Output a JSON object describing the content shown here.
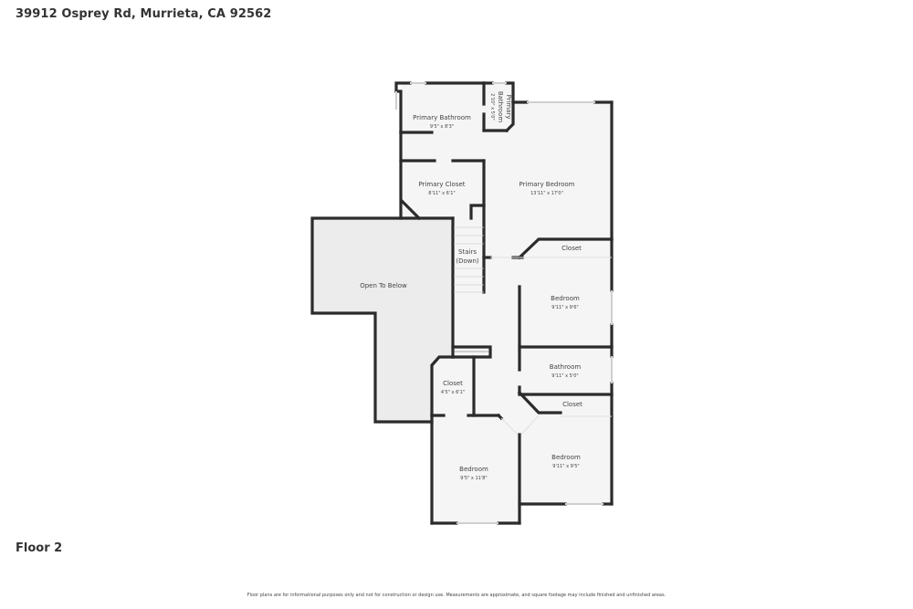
{
  "header": {
    "address": "39912 Osprey Rd, Murrieta, CA 92562"
  },
  "floor": {
    "label": "Floor 2"
  },
  "disclaimer": "Floor plans are for informational purposes only and not for construction or design use. Measurements are approximate, and square footage may include finished and unfinished areas.",
  "colors": {
    "wall": "#2b2b2b",
    "floor": "#f5f5f5",
    "open_area": "#ececec",
    "window": "#d9d9d9"
  },
  "rooms": [
    {
      "name": "Primary Bathroom",
      "dims": "9'5\" x 8'3\""
    },
    {
      "name": "Primary",
      "name2": "Bathroom",
      "dims": "2'10\" x 5'0\""
    },
    {
      "name": "Primary Closet",
      "dims": "8'11\" x 6'1\""
    },
    {
      "name": "Primary Bedroom",
      "dims": "13'11\" x 17'0\""
    },
    {
      "name": "Stairs",
      "name2": "(Down)"
    },
    {
      "name": "Open To Below"
    },
    {
      "name": "Closet"
    },
    {
      "name": "Bedroom",
      "dims": "9'11\" x 9'6\""
    },
    {
      "name": "Bathroom",
      "dims": "9'11\" x 5'0\""
    },
    {
      "name": "Closet",
      "dims": "4'5\" x 6'1\""
    },
    {
      "name": "Closet"
    },
    {
      "name": "Bedroom",
      "dims": "9'5\" x 11'8\""
    },
    {
      "name": "Bedroom",
      "dims": "9'11\" x 9'5\""
    }
  ]
}
